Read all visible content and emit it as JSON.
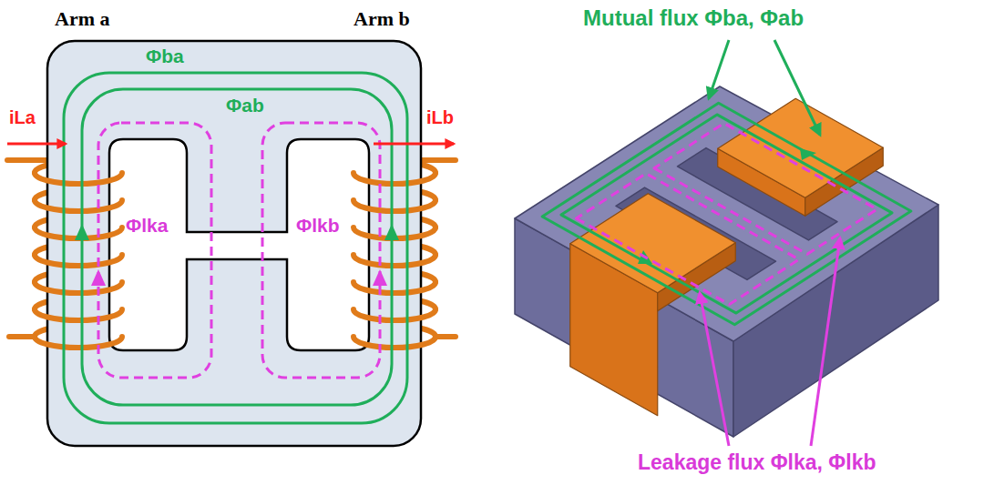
{
  "diagram": {
    "labels": [
      "Arm a",
      "Arm b",
      "Φba",
      "Φab",
      "iLa",
      "iLb",
      "Φlka",
      "Φlkb",
      "Mutual flux Φba, Φab",
      "Leakage flux Φlka, Φlkb"
    ]
  }
}
